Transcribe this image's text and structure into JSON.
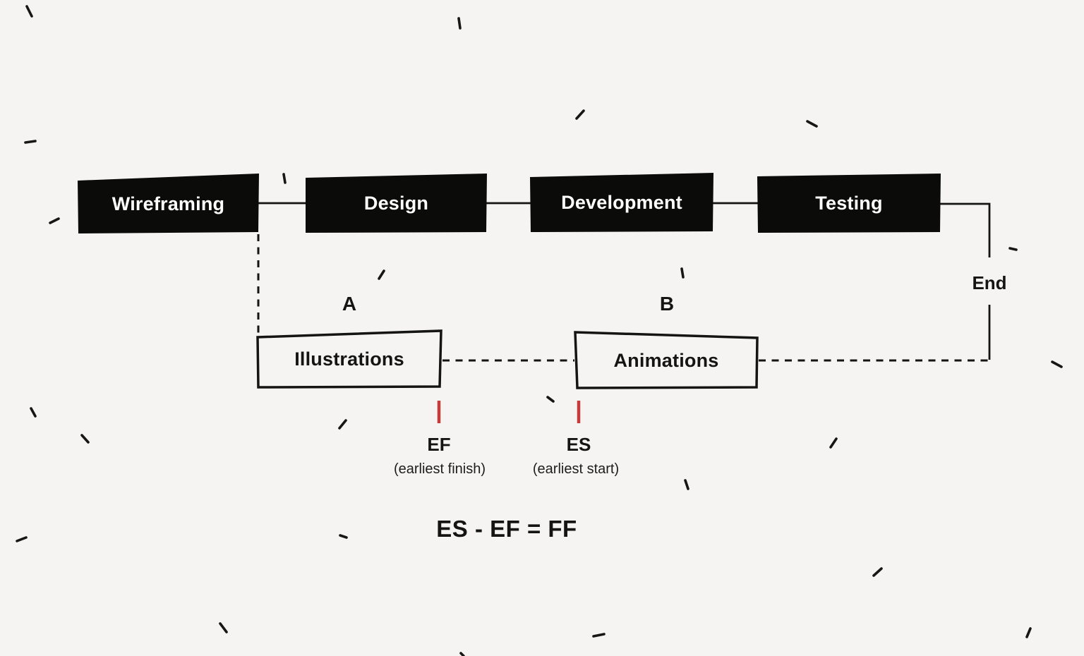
{
  "canvas": {
    "background": "#f5f4f2",
    "ink": "#141413",
    "box_fill": "#0b0b0a",
    "box_text": "#ffffff",
    "marker_red": "#c43b3b"
  },
  "pipeline": {
    "stages": [
      {
        "label": "Wireframing"
      },
      {
        "label": "Design"
      },
      {
        "label": "Development"
      },
      {
        "label": "Testing"
      }
    ],
    "end_label": "End"
  },
  "subflow": {
    "tasks": [
      {
        "tag": "A",
        "label": "Illustrations"
      },
      {
        "tag": "B",
        "label": "Animations"
      }
    ],
    "markers": [
      {
        "abbr": "EF",
        "caption": "(earliest finish)"
      },
      {
        "abbr": "ES",
        "caption": "(earliest start)"
      }
    ],
    "formula": "ES - EF = FF"
  }
}
